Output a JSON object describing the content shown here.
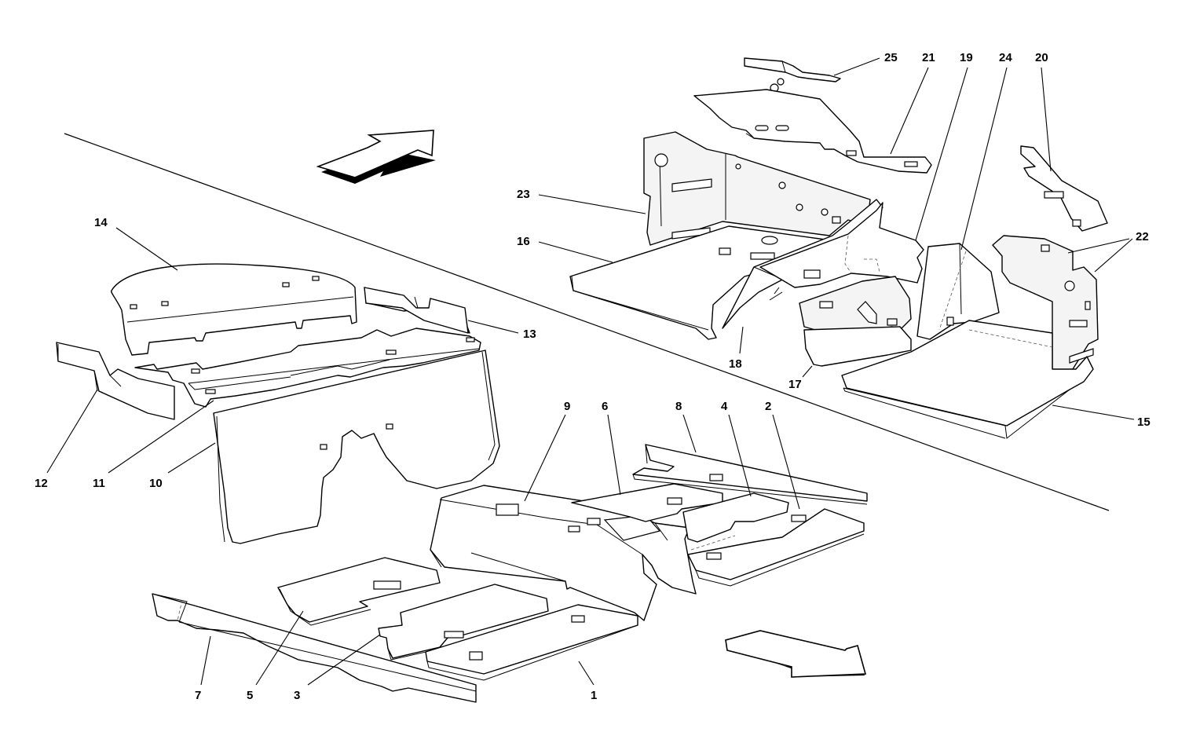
{
  "diagram": {
    "callouts": [
      {
        "id": "1",
        "label": "1"
      },
      {
        "id": "2",
        "label": "2"
      },
      {
        "id": "3",
        "label": "3"
      },
      {
        "id": "4",
        "label": "4"
      },
      {
        "id": "5",
        "label": "5"
      },
      {
        "id": "6",
        "label": "6"
      },
      {
        "id": "7",
        "label": "7"
      },
      {
        "id": "8",
        "label": "8"
      },
      {
        "id": "9",
        "label": "9"
      },
      {
        "id": "10",
        "label": "10"
      },
      {
        "id": "11",
        "label": "11"
      },
      {
        "id": "12",
        "label": "12"
      },
      {
        "id": "13",
        "label": "13"
      },
      {
        "id": "14",
        "label": "14"
      },
      {
        "id": "15",
        "label": "15"
      },
      {
        "id": "16",
        "label": "16"
      },
      {
        "id": "17",
        "label": "17"
      },
      {
        "id": "18",
        "label": "18"
      },
      {
        "id": "19",
        "label": "19"
      },
      {
        "id": "20",
        "label": "20"
      },
      {
        "id": "21",
        "label": "21"
      },
      {
        "id": "22",
        "label": "22"
      },
      {
        "id": "23",
        "label": "23"
      },
      {
        "id": "24",
        "label": "24"
      },
      {
        "id": "25",
        "label": "25"
      }
    ],
    "arrows": [
      "direction-arrow-icon",
      "direction-arrow-icon"
    ],
    "colors": {
      "stroke": "#000000",
      "background": "#ffffff"
    }
  }
}
